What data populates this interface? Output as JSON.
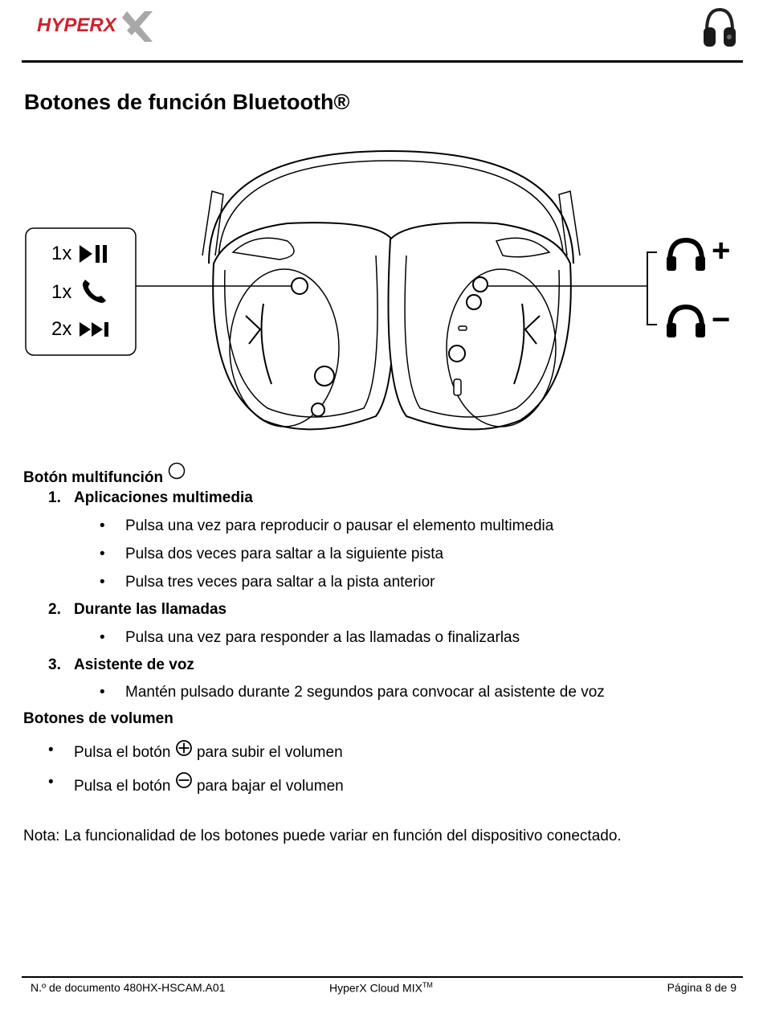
{
  "header": {
    "logo_text": "HYPERX"
  },
  "page_title": "Botones de función Bluetooth®",
  "diagram": {
    "left_labels": [
      {
        "count": "1x",
        "icon": "play-pause-icon"
      },
      {
        "count": "1x",
        "icon": "phone-icon"
      },
      {
        "count": "2x",
        "icon": "skip-forward-icon"
      }
    ],
    "right_labels": [
      {
        "icon": "headphones-icon",
        "sign": "+"
      },
      {
        "icon": "headphones-icon",
        "sign": "−"
      }
    ]
  },
  "multifunction": {
    "heading": "Botón multifunción",
    "items": [
      {
        "number": "1.",
        "title": "Aplicaciones multimedia",
        "bullets": [
          "Pulsa una vez para reproducir o pausar el elemento multimedia",
          "Pulsa dos veces para saltar a la siguiente pista",
          "Pulsa tres veces para saltar a la pista anterior"
        ]
      },
      {
        "number": "2.",
        "title": "Durante las llamadas",
        "bullets": [
          "Pulsa una vez para responder a las llamadas o finalizarlas"
        ]
      },
      {
        "number": "3.",
        "title": "Asistente de voz",
        "bullets": [
          "Mantén pulsado durante 2 segundos para convocar al asistente de voz"
        ]
      }
    ]
  },
  "volume": {
    "heading": "Botones de volumen",
    "up": {
      "before": "Pulsa el botón",
      "after": "para subir el volumen"
    },
    "down": {
      "before": "Pulsa el botón",
      "after": "para bajar el volumen"
    }
  },
  "note": "Nota: La funcionalidad de los botones puede variar en función del dispositivo conectado.",
  "footer": {
    "doc_number": "N.º de documento 480HX-HSCAM.A01",
    "product": "HyperX Cloud MIX",
    "product_mark": "TM",
    "page": "Página 8 de 9"
  },
  "colors": {
    "brand_red": "#d0202e",
    "logo_gray": "#a8a8a8"
  }
}
